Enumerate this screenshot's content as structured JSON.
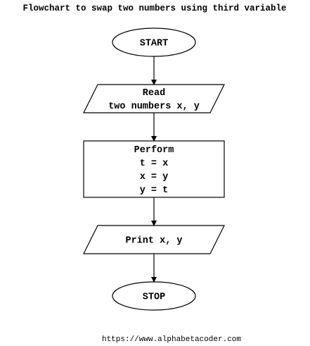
{
  "title": "Flowchart to swap two numbers using third variable",
  "nodes": {
    "start": {
      "lines": [
        "START"
      ]
    },
    "read": {
      "lines": [
        "Read",
        "two numbers x, y"
      ]
    },
    "perform": {
      "lines": [
        "Perform",
        "t = x",
        "x = y",
        "y = t"
      ]
    },
    "print": {
      "lines": [
        "Print x, y"
      ]
    },
    "stop": {
      "lines": [
        "STOP"
      ]
    }
  },
  "footer": {
    "url": "https://www.alphabetacoder.com"
  }
}
